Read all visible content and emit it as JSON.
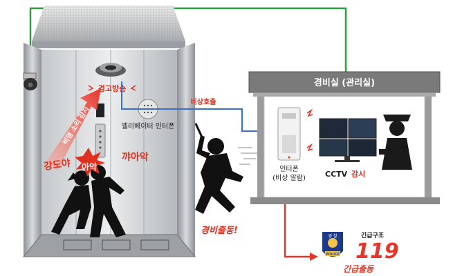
{
  "labels": {
    "alarm_broadcast": "경고방송",
    "scream_detect": "비명 소리 감지",
    "elevator_intercom": "엘리베이터 인터폰",
    "robber": "강도야",
    "scream1": "아악",
    "scream2": "꺄아악",
    "emergency_call": "비상호출",
    "guard_room": "경비실 (관리실)",
    "intercom_line1": "인터폰",
    "intercom_line2": "(비상 알람)",
    "cctv": "CCTV",
    "monitoring": "감시",
    "guard_dispatch": "경비출동!",
    "emergency_dispatch": "긴급출동",
    "police_badge_top": "경 찰",
    "police_badge_text": "POLICE",
    "rescue_small": "긴급구조",
    "rescue_number": "119"
  },
  "colors": {
    "green_line": "#2e9e3c",
    "blue_line": "#3a6fc9",
    "red_text": "#e03020",
    "red_arrow": "#e8352a",
    "guard_header": "#7a7a7a",
    "elevator_steel": "#b9bcc0"
  },
  "icons": [
    "camera-icon",
    "speaker-icon",
    "intercom-icon",
    "police-badge-icon",
    "guard-icon",
    "monitor-icon",
    "runner-icon"
  ]
}
